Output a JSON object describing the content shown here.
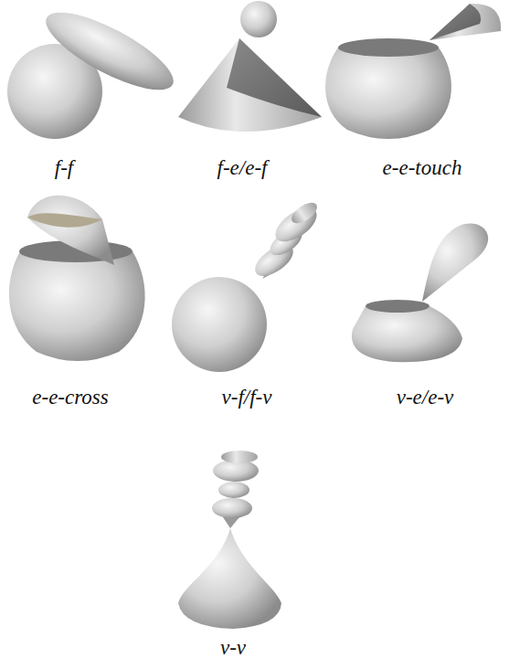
{
  "diagram": {
    "labels": [
      "f-f",
      "f-e/e-f",
      "e-e-touch",
      "e-e-cross",
      "v-f/f-v",
      "v-e/e-v",
      "v-v"
    ]
  }
}
